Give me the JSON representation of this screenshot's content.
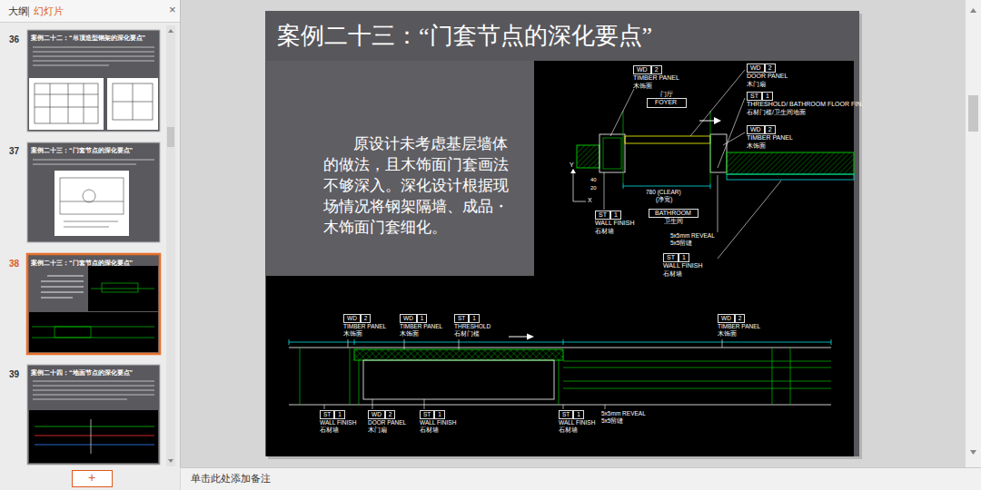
{
  "diagram": {
    "nodes": [
      {
        "text": [
          "案例二十二：“吊顶造型钢架的深化要点”"
        ]
      },
      {
        "text": [
          "案例二十三：“门套节点的深化要点”"
        ]
      },
      {
        "text": [
          "案例二十三：“门套节点的深化要点”"
        ]
      },
      {
        "text": [
          "案例二十四：“地面节点的深化要点”"
        ]
      },
      {
        "text": [
          "案例二十三：“门套节点的深化要点”"
        ]
      },
      {
        "text": [
          "原设计未考虑基层墙体的做法，且木饰面门套画法不够深入。深化设计根据现场情况将钢架隔墙、成品・木饰面门套细化。"
        ],
        "in": 4
      },
      {
        "text": [
          "WD",
          "2",
          "TIMBER PANEL",
          "木饰面"
        ],
        "in": 4
      },
      {
        "text": [
          "WD",
          "2",
          "DOOR PANEL",
          "木门扇"
        ],
        "in": 4
      },
      {
        "text": [
          "ST",
          "1",
          "THRESHOLD/ BATHROOM FLOOR FIN.",
          "石材门槛/卫生间地面"
        ],
        "in": 4
      },
      {
        "text": [
          "WD",
          "2",
          "TIMBER PANEL",
          "木饰面"
        ],
        "in": 4
      },
      {
        "text": [
          "门厅",
          "FOYER"
        ],
        "in": 4
      },
      {
        "text": [
          "BATHROOM",
          "卫生间"
        ],
        "in": 4
      },
      {
        "text": [
          "ST",
          "1",
          "WALL FINISH",
          "石材墙"
        ],
        "in": 4
      },
      {
        "text": [
          "ST",
          "1",
          "WALL FINISH",
          "石材墙"
        ],
        "in": 4
      },
      {
        "text": [
          "WD",
          "2",
          "TIMBER PANEL",
          "木饰面"
        ],
        "in": 4
      },
      {
        "text": [
          "WD",
          "1",
          "TIMBER PANEL",
          "木饰面"
        ],
        "in": 4
      },
      {
        "text": [
          "ST",
          "1",
          "THRESHOLD",
          "石材门槛"
        ],
        "in": 4
      },
      {
        "text": [
          "WD",
          "2",
          "TIMBER PANEL",
          "木饰面"
        ],
        "in": 4
      },
      {
        "text": [
          "ST",
          "1",
          "WALL FINISH",
          "石材墙"
        ],
        "in": 4
      },
      {
        "text": [
          "WD",
          "2",
          "DOOR PANEL",
          "木门扇"
        ],
        "in": 4
      },
      {
        "text": [
          "ST",
          "1",
          "WALL FINISH",
          "石材墙"
        ],
        "in": 4
      },
      {
        "text": [
          "ST",
          "1",
          "WALL FINISH",
          "石材墙"
        ],
        "in": 4
      }
    ],
    "labels": [
      "大纲",
      "幻灯片",
      "×",
      "36",
      "37",
      "38",
      "39",
      "+",
      "单击此处添加备注",
      "780 (CLEAR)",
      "(净宽)",
      "40",
      "20",
      "Y",
      "X",
      "5x5mm REVEAL",
      "5x5留缝",
      "5x5mm REVEAL",
      "5x5留缝"
    ]
  }
}
